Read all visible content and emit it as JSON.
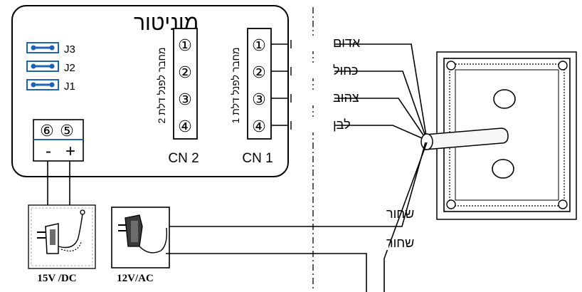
{
  "monitor": {
    "title": "מוניטור",
    "jumpers": [
      "J3",
      "J2",
      "J1"
    ],
    "power_terminal": {
      "left_num": "⑥",
      "right_num": "⑤",
      "left_sign": "-",
      "right_sign": "+"
    }
  },
  "connectors": [
    {
      "id": "CN 2",
      "vertical_label": "מחבר לפנל דלת 2",
      "pins": [
        "①",
        "②",
        "③",
        "④"
      ]
    },
    {
      "id": "CN 1",
      "vertical_label": "מחבר לפנל דלת 1",
      "pins": [
        "①",
        "②",
        "③",
        "④"
      ]
    }
  ],
  "wires": {
    "colors": [
      "אדום",
      "כחול",
      "צהוב",
      "לבן"
    ],
    "black_1": "שחור",
    "black_2": "שחור"
  },
  "adapters": [
    {
      "label": "15V /DC"
    },
    {
      "label": "12V/AC"
    }
  ],
  "colors": {
    "jumper": "#1f63b5",
    "jumper_dot": "#dce8f8",
    "plug_dark": "#2e2e2e",
    "plug_mid": "#6d6d6d"
  }
}
